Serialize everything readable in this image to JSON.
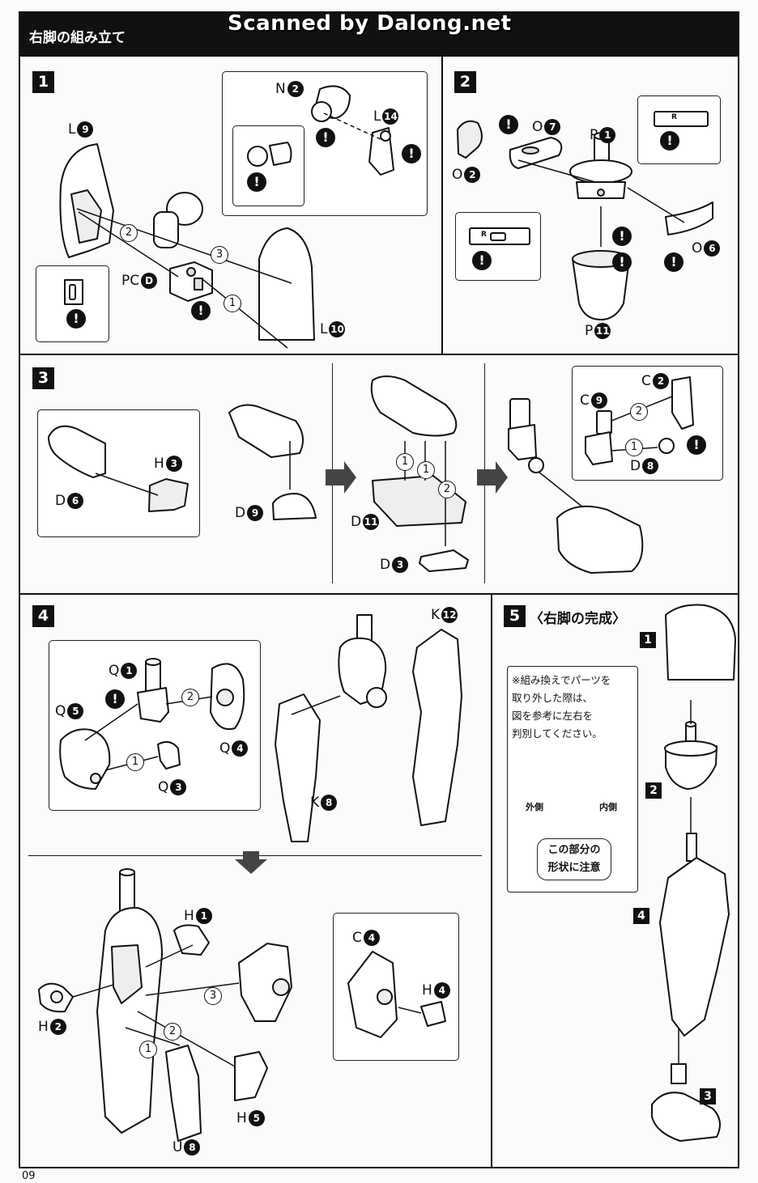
{
  "header": {
    "title": "右脚の組み立て",
    "watermark": "Scanned by Dalong.net"
  },
  "page_number": "09",
  "steps": {
    "s1": {
      "num": "1"
    },
    "s2": {
      "num": "2"
    },
    "s3": {
      "num": "3"
    },
    "s4": {
      "num": "4"
    },
    "s5": {
      "num": "5",
      "title": "〈右脚の完成〉"
    }
  },
  "parts": {
    "L9": {
      "letter": "L",
      "num": "9"
    },
    "N2": {
      "letter": "N",
      "num": "2"
    },
    "L14": {
      "letter": "L",
      "num": "14"
    },
    "PCD": {
      "letter": "PC",
      "num": "D"
    },
    "L10": {
      "letter": "L",
      "num": "10"
    },
    "O7": {
      "letter": "O",
      "num": "7"
    },
    "P1": {
      "letter": "P",
      "num": "1"
    },
    "O2": {
      "letter": "O",
      "num": "2"
    },
    "O6": {
      "letter": "O",
      "num": "6"
    },
    "P11": {
      "letter": "P",
      "num": "11"
    },
    "H3": {
      "letter": "H",
      "num": "3"
    },
    "D6": {
      "letter": "D",
      "num": "6"
    },
    "D9": {
      "letter": "D",
      "num": "9"
    },
    "D11": {
      "letter": "D",
      "num": "11"
    },
    "D3": {
      "letter": "D",
      "num": "3"
    },
    "C2": {
      "letter": "C",
      "num": "2"
    },
    "C9": {
      "letter": "C",
      "num": "9"
    },
    "D8": {
      "letter": "D",
      "num": "8"
    },
    "Q1": {
      "letter": "Q",
      "num": "1"
    },
    "Q5": {
      "letter": "Q",
      "num": "5"
    },
    "Q4": {
      "letter": "Q",
      "num": "4"
    },
    "Q3": {
      "letter": "Q",
      "num": "3"
    },
    "K12": {
      "letter": "K",
      "num": "12"
    },
    "K8": {
      "letter": "K",
      "num": "8"
    },
    "H1": {
      "letter": "H",
      "num": "1"
    },
    "H2": {
      "letter": "H",
      "num": "2"
    },
    "H5": {
      "letter": "H",
      "num": "5"
    },
    "U8": {
      "letter": "U",
      "num": "8"
    },
    "C4": {
      "letter": "C",
      "num": "4"
    },
    "H4": {
      "letter": "H",
      "num": "4"
    }
  },
  "note": {
    "lines": [
      "※組み換えでパーツを",
      "取り外した際は、",
      "図を参考に左右を",
      "判別してください。"
    ],
    "outer": "外側",
    "inner": "内側",
    "caution": [
      "この部分の",
      "形状に注意"
    ]
  },
  "final_steps": [
    "1",
    "2",
    "4",
    "3"
  ],
  "seq": [
    "1",
    "2",
    "3"
  ],
  "marker_R": "R",
  "caution_mark": "!"
}
